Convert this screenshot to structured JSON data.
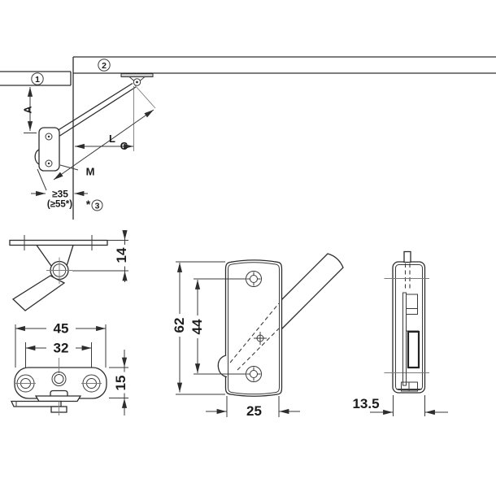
{
  "colors": {
    "background": "#ffffff",
    "line": "#2d2d2d",
    "thin_line": "#3a3a3a",
    "centerline": "#7a7a7a",
    "plate_fill": "#cccccc"
  },
  "top_diagram": {
    "callout_1": "1",
    "callout_2": "2",
    "callout_3": "3",
    "callout_3_prefix": "*",
    "dim_a_label": "A",
    "dim_l_label": "L",
    "dim_c_label": "C",
    "point_m_label": "M",
    "min_clearance": "≥35",
    "min_opening_angle": "(≥55*)"
  },
  "side_view_top_mount": {
    "dim_pivot_offset": "14"
  },
  "plan_view_flap_mount": {
    "dim_length": "45",
    "dim_hole_spacing": "32",
    "dim_depth": "15"
  },
  "front_view_flap_mount": {
    "dim_height": "62",
    "dim_hole_spacing": "44",
    "dim_width": "25"
  },
  "side_view_flap_mount": {
    "dim_depth": "13.5"
  }
}
